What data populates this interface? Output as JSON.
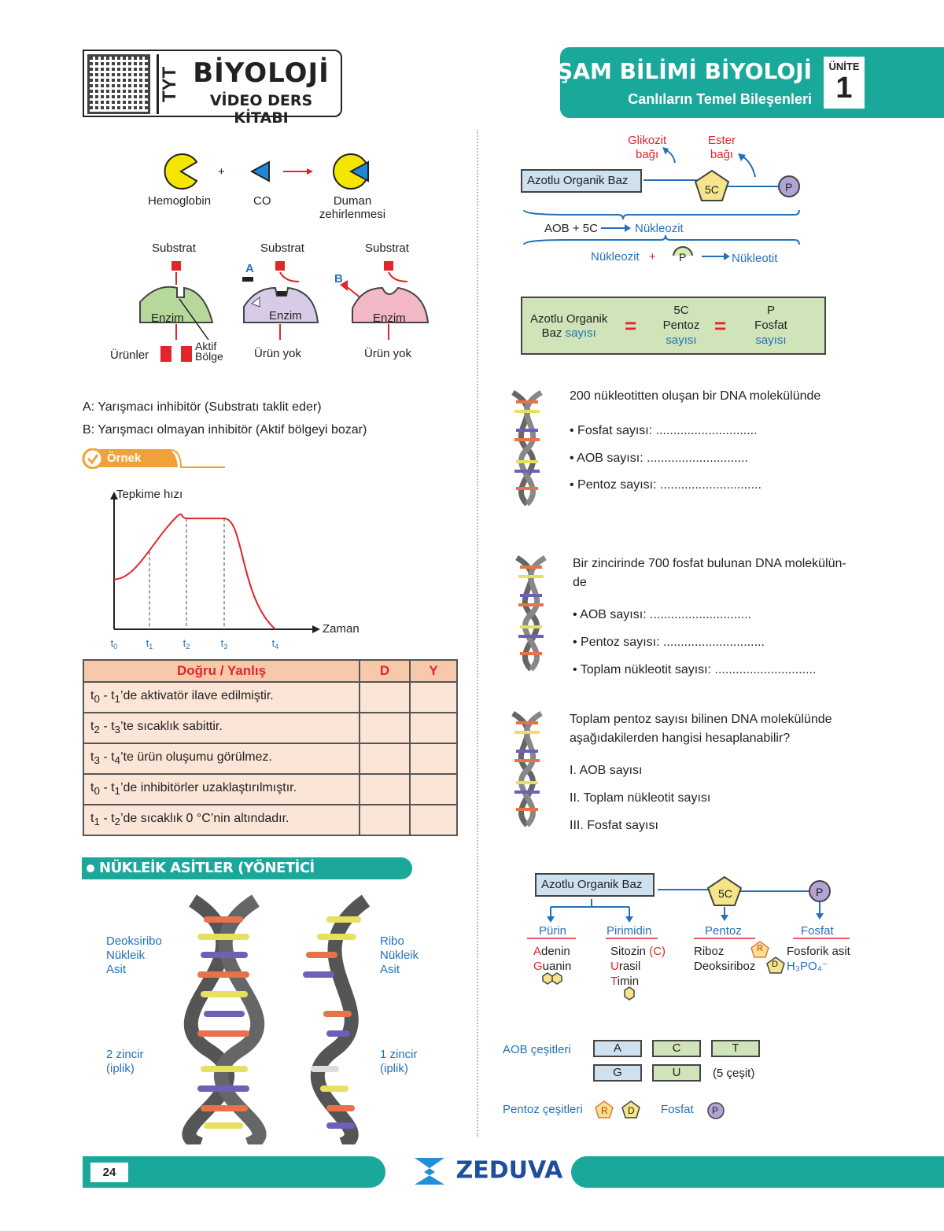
{
  "header_left": {
    "label": "TYT",
    "title": "BİYOLOJİ",
    "subtitle": "VİDEO DERS KİTABI"
  },
  "header_right": {
    "title": "YAŞAM BİLİMİ BİYOLOJİ",
    "subtitle": "Canlıların Temel Bileşenleri",
    "unit_label": "ÜNİTE",
    "unit_number": "1"
  },
  "hemoglobin": {
    "hemoglobin": "Hemoglobin",
    "plus": "+",
    "co": "CO",
    "result_line1": "Duman",
    "result_line2": "zehirlenmesi"
  },
  "enzyme": {
    "substrat": "Substrat",
    "enzim": "Enzim",
    "a": "A",
    "b": "B",
    "urunler": "Ürünler",
    "aktif1": "Aktif",
    "aktif2": "Bölge",
    "urun_yok": "Ürün yok"
  },
  "inhibitors": {
    "a": "A: Yarışmacı inhibitör (Substratı taklit eder)",
    "b": "B: Yarışmacı olmayan inhibitör (Aktif bölgeyi bozar)"
  },
  "ornek": "Örnek",
  "chart_data": {
    "type": "line",
    "ylabel": "Tepkime hızı",
    "xlabel": "Zaman",
    "x_ticks": [
      "t0",
      "t1",
      "t2",
      "t3",
      "t4"
    ],
    "x": [
      0,
      1,
      2,
      3,
      4
    ],
    "y": [
      0.45,
      0.7,
      1.0,
      1.0,
      0.0
    ],
    "ylim": [
      0,
      1.1
    ]
  },
  "dy_table": {
    "header": "Doğru / Yanlış",
    "d": "D",
    "y": "Y",
    "rows": [
      {
        "a": "t",
        "as": "0",
        "m": " - t",
        "ms": "1",
        "e": "’de aktivatör ilave edilmiştir."
      },
      {
        "a": "t",
        "as": "2",
        "m": " - t",
        "ms": "3",
        "e": "’te sıcaklık sabittir."
      },
      {
        "a": "t",
        "as": "3",
        "m": " - t",
        "ms": "4",
        "e": "’te ürün oluşumu görülmez."
      },
      {
        "a": "t",
        "as": "0",
        "m": " - t",
        "ms": "1",
        "e": "’de inhibitörler uzaklaştırılmıştır."
      },
      {
        "a": "t",
        "as": "1",
        "m": " - t",
        "ms": "2",
        "e": "’de sıcaklık 0 °C’nin altındadır."
      }
    ]
  },
  "nukleik": "NÜKLEİK ASİTLER (YÖNETİCİ MOLEKÜLLER DNA - RNA)",
  "dna": {
    "l1": "Deoksiribo",
    "l2": "Nükleik",
    "l3": "Asit",
    "z1": "2 zincir",
    "z2": "(iplik)"
  },
  "rna": {
    "l1": "Ribo",
    "l2": "Nükleik",
    "l3": "Asit",
    "z1": "1 zincir",
    "z2": "(iplik)"
  },
  "bonds": {
    "glikozit1": "Glikozit",
    "glikozit2": "bağı",
    "ester1": "Ester",
    "ester2": "bağı",
    "aob": "Azotlu Organik Baz",
    "c5": "5C",
    "p": "P",
    "eq1_a": "AOB + 5C",
    "eq1_b": "Nükleozit",
    "eq2_a": "Nükleozit",
    "eq2_plus": "+",
    "eq2_b": "Nükleotit"
  },
  "equality": {
    "a1": "Azotlu Organik",
    "a2": "Baz",
    "a3": "sayısı",
    "b1": "5C",
    "b2": "Pentoz",
    "b3": "sayısı",
    "c1": "P",
    "c2": "Fosfat",
    "c3": "sayısı",
    "eq": "="
  },
  "q1": {
    "title": "200 nükleotitten oluşan bir DNA molekülünde",
    "items": [
      "• Fosfat sayısı: .............................",
      "• AOB sayısı: .............................",
      "• Pentoz sayısı: ............................."
    ]
  },
  "q2": {
    "title1": "Bir zincirinde 700 fosfat bulunan DNA molekülün-",
    "title2": "de",
    "items": [
      "• AOB sayısı: .............................",
      "• Pentoz sayısı: .............................",
      "• Toplam nükleotit sayısı: ............................."
    ]
  },
  "q3": {
    "title1": "Toplam pentoz sayısı bilinen DNA molekülünde",
    "title2": "aşağıdakilerden hangisi hesaplanabilir?",
    "items": [
      "I. AOB sayısı",
      "II. Toplam nükleotit sayısı",
      "III. Fosfat sayısı"
    ]
  },
  "tree": {
    "aob": "Azotlu Organik Baz",
    "c5": "5C",
    "p": "P",
    "purin": "Pürin",
    "pirimidin": "Pirimidin",
    "pentoz": "Pentoz",
    "fosfat": "Fosfat",
    "adenin": "denin",
    "adenin_first": "A",
    "guanin": "uanin",
    "guanin_first": "G",
    "sitozin": "Sitozin",
    "sitozin_c": "(C)",
    "urasil": "rasil",
    "urasil_first": "U",
    "timin": "imin",
    "timin_first": "T",
    "riboz": "Riboz",
    "r": "R",
    "deoksiriboz": "Deoksiriboz",
    "d": "D",
    "fosforik": "Fosforik asit",
    "formula": "H₃PO₄⁻"
  },
  "aob_types": {
    "label": "AOB çeşitleri",
    "a": "A",
    "c": "C",
    "t": "T",
    "g": "G",
    "u": "U",
    "count": "(5 çeşit)"
  },
  "pentoz_types": {
    "label": "Pentoz çeşitleri",
    "r": "R",
    "d": "D",
    "fosfat": "Fosfat",
    "p": "P"
  },
  "footer": {
    "page": "24",
    "brand": "ZEDUVA"
  },
  "colors": {
    "teal": "#1aa89a",
    "red": "#e3242b",
    "blue": "#2471b8",
    "orange": "#f0a23a"
  }
}
